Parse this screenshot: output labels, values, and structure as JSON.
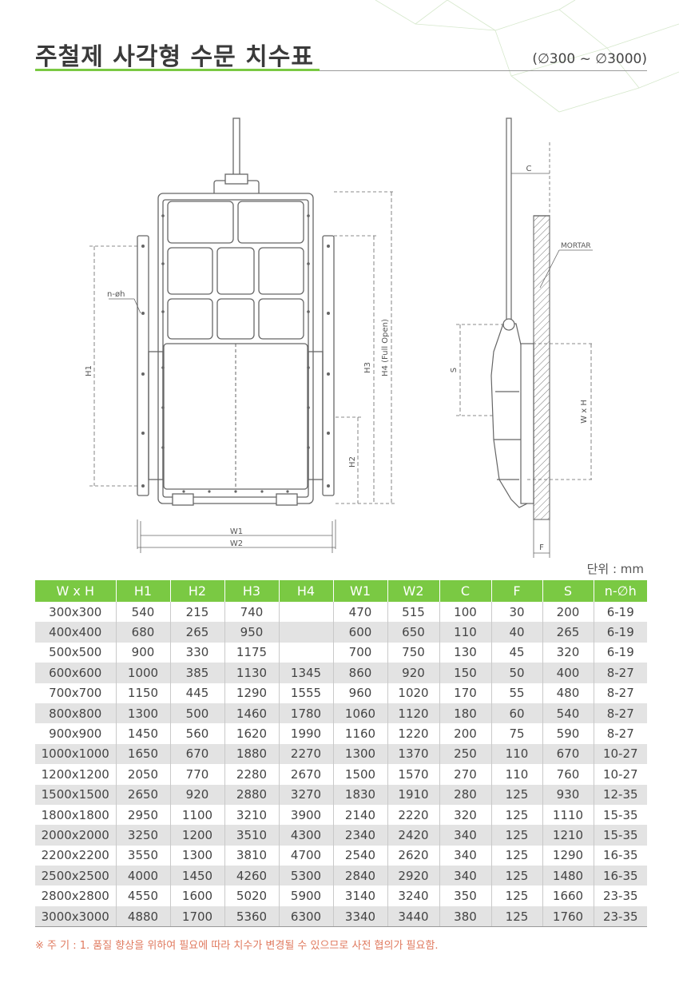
{
  "header": {
    "title": "주철제 사각형 수문 치수표",
    "range": "(∅300 ~ ∅3000)"
  },
  "drawing": {
    "labels": {
      "n_oh": "n-øh",
      "h1": "H1",
      "h2": "H2",
      "h3": "H3",
      "h4": "H4 (Full Open)",
      "w1": "W1",
      "w2": "W2",
      "c": "C",
      "f": "F",
      "s": "S",
      "wxh": "W x H",
      "mortar": "MORTAR"
    }
  },
  "table": {
    "unit": "단위 : mm",
    "columns": [
      "W x H",
      "H1",
      "H2",
      "H3",
      "H4",
      "W1",
      "W2",
      "C",
      "F",
      "S",
      "n-∅h"
    ],
    "rows": [
      [
        "300x300",
        "540",
        "215",
        "740",
        "",
        "470",
        "515",
        "100",
        "30",
        "200",
        "6-19"
      ],
      [
        "400x400",
        "680",
        "265",
        "950",
        "",
        "600",
        "650",
        "110",
        "40",
        "265",
        "6-19"
      ],
      [
        "500x500",
        "900",
        "330",
        "1175",
        "",
        "700",
        "750",
        "130",
        "45",
        "320",
        "6-19"
      ],
      [
        "600x600",
        "1000",
        "385",
        "1130",
        "1345",
        "860",
        "920",
        "150",
        "50",
        "400",
        "8-27"
      ],
      [
        "700x700",
        "1150",
        "445",
        "1290",
        "1555",
        "960",
        "1020",
        "170",
        "55",
        "480",
        "8-27"
      ],
      [
        "800x800",
        "1300",
        "500",
        "1460",
        "1780",
        "1060",
        "1120",
        "180",
        "60",
        "540",
        "8-27"
      ],
      [
        "900x900",
        "1450",
        "560",
        "1620",
        "1990",
        "1160",
        "1220",
        "200",
        "75",
        "590",
        "8-27"
      ],
      [
        "1000x1000",
        "1650",
        "670",
        "1880",
        "2270",
        "1300",
        "1370",
        "250",
        "110",
        "670",
        "10-27"
      ],
      [
        "1200x1200",
        "2050",
        "770",
        "2280",
        "2670",
        "1500",
        "1570",
        "270",
        "110",
        "760",
        "10-27"
      ],
      [
        "1500x1500",
        "2650",
        "920",
        "2880",
        "3270",
        "1830",
        "1910",
        "280",
        "125",
        "930",
        "12-35"
      ],
      [
        "1800x1800",
        "2950",
        "1100",
        "3210",
        "3900",
        "2140",
        "2220",
        "320",
        "125",
        "1110",
        "15-35"
      ],
      [
        "2000x2000",
        "3250",
        "1200",
        "3510",
        "4300",
        "2340",
        "2420",
        "340",
        "125",
        "1210",
        "15-35"
      ],
      [
        "2200x2200",
        "3550",
        "1300",
        "3810",
        "4700",
        "2540",
        "2620",
        "340",
        "125",
        "1290",
        "16-35"
      ],
      [
        "2500x2500",
        "4000",
        "1450",
        "4260",
        "5300",
        "2840",
        "2920",
        "340",
        "125",
        "1480",
        "16-35"
      ],
      [
        "2800x2800",
        "4550",
        "1600",
        "5020",
        "5900",
        "3140",
        "3240",
        "350",
        "125",
        "1660",
        "23-35"
      ],
      [
        "3000x3000",
        "4880",
        "1700",
        "5360",
        "6300",
        "3340",
        "3440",
        "380",
        "125",
        "1760",
        "23-35"
      ]
    ]
  },
  "note": "※ 주 기 : 1. 품질 향상을 위하여 필요에 따라 치수가 변경될 수 있으므로 사전 협의가 필요함.",
  "colors": {
    "accent": "#7ac943",
    "note": "#e07a5f",
    "row_alt": "#e3e3e3"
  }
}
